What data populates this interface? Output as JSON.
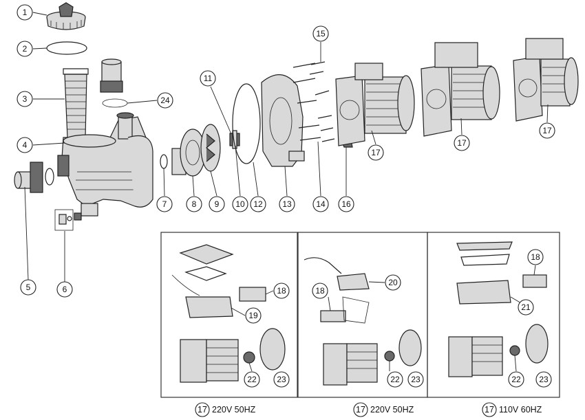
{
  "callouts": [
    "1",
    "2",
    "3",
    "4",
    "5",
    "6",
    "7",
    "8",
    "9",
    "10",
    "11",
    "12",
    "13",
    "14",
    "15",
    "16",
    "17",
    "17",
    "17",
    "17",
    "18",
    "19",
    "22",
    "23",
    "17",
    "18",
    "20",
    "22",
    "23",
    "17",
    "18",
    "21",
    "22",
    "23",
    "24"
  ],
  "captions": [
    {
      "number": "17",
      "text": "220V 50HZ"
    },
    {
      "number": "17",
      "text": "220V 50HZ"
    },
    {
      "number": "17",
      "text": "110V 60HZ"
    }
  ]
}
